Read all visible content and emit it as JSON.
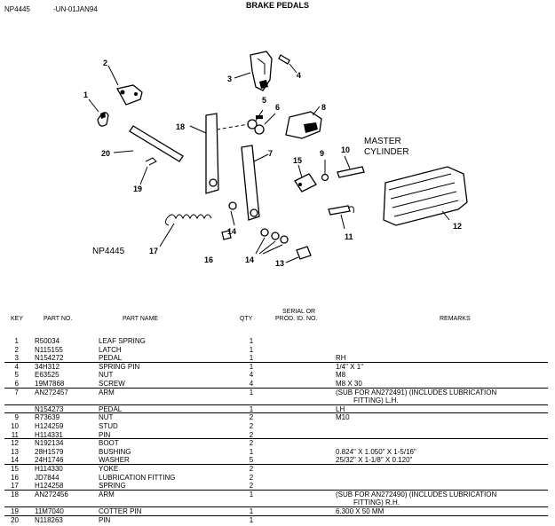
{
  "header": {
    "doc_code": "NP4445",
    "date_code": "-UN-01JAN94",
    "title": "BRAKE PEDALS"
  },
  "figure": {
    "figure_id": "NP4445",
    "master_cylinder_line1": "MASTER",
    "master_cylinder_line2": "CYLINDER",
    "callouts": [
      "1",
      "2",
      "3",
      "4",
      "5",
      "6",
      "7",
      "8",
      "9",
      "10",
      "11",
      "12",
      "13",
      "14",
      "15",
      "16",
      "17",
      "18",
      "19",
      "20"
    ]
  },
  "table": {
    "headers": {
      "key": "KEY",
      "part_no": "PART NO.",
      "part_name": "PART NAME",
      "qty": "QTY",
      "serial_line1": "SERIAL OR",
      "serial_line2": "PROD. ID. NO.",
      "remarks": "REMARKS"
    },
    "rows": [
      {
        "key": "1",
        "part": "R50034",
        "name": "LEAF SPRING",
        "qty": "1",
        "remarks": ""
      },
      {
        "key": "2",
        "part": "N115155",
        "name": "LATCH",
        "qty": "1",
        "remarks": ""
      },
      {
        "key": "3",
        "part": "N154272",
        "name": "PEDAL",
        "qty": "1",
        "remarks": "RH"
      },
      {
        "key": "4",
        "part": "34H312",
        "name": "SPRING PIN",
        "qty": "1",
        "remarks": "1/4\" X 1\""
      },
      {
        "key": "5",
        "part": "E63525",
        "name": "NUT",
        "qty": "4",
        "remarks": "M8"
      },
      {
        "key": "6",
        "part": "19M7868",
        "name": "SCREW",
        "qty": "4",
        "remarks": "M8 X 30"
      },
      {
        "key": "7",
        "part": "AN272457",
        "name": "ARM",
        "qty": "1",
        "remarks": "(SUB FOR AN272491) (INCLUDES LUBRICATION",
        "remarks2": "FITTING) L.H."
      },
      {
        "key": "",
        "part": "N154273",
        "name": "PEDAL",
        "qty": "1",
        "remarks": "LH"
      },
      {
        "key": "9",
        "part": "R73639",
        "name": "NUT",
        "qty": "2",
        "remarks": "M10"
      },
      {
        "key": "10",
        "part": "H124259",
        "name": "STUD",
        "qty": "2",
        "remarks": ""
      },
      {
        "key": "11",
        "part": "H114331",
        "name": "PIN",
        "qty": "2",
        "remarks": ""
      },
      {
        "key": "12",
        "part": "N192134",
        "name": "BOOT",
        "qty": "2",
        "remarks": ""
      },
      {
        "key": "13",
        "part": "28H1579",
        "name": "BUSHING",
        "qty": "1",
        "remarks": "0.824\" X 1.050\" X 1-5/16\""
      },
      {
        "key": "14",
        "part": "24H1746",
        "name": "WASHER",
        "qty": "5",
        "remarks": "25/32\" X 1-1/8\" X 0.120\""
      },
      {
        "key": "15",
        "part": "H114330",
        "name": "YOKE",
        "qty": "2",
        "remarks": ""
      },
      {
        "key": "16",
        "part": "JD7844",
        "name": "LUBRICATION FITTING",
        "qty": "2",
        "remarks": ""
      },
      {
        "key": "17",
        "part": "H124258",
        "name": "SPRING",
        "qty": "2",
        "remarks": ""
      },
      {
        "key": "18",
        "part": "AN272456",
        "name": "ARM",
        "qty": "1",
        "remarks": "(SUB FOR AN272490) (INCLUDES LUBRICATION",
        "remarks2": "FITTING) R.H."
      },
      {
        "key": "19",
        "part": "11M7040",
        "name": "COTTER PIN",
        "qty": "1",
        "remarks": "6.300 X 50 MM"
      },
      {
        "key": "20",
        "part": "N118263",
        "name": "PIN",
        "qty": "1",
        "remarks": ""
      }
    ]
  }
}
